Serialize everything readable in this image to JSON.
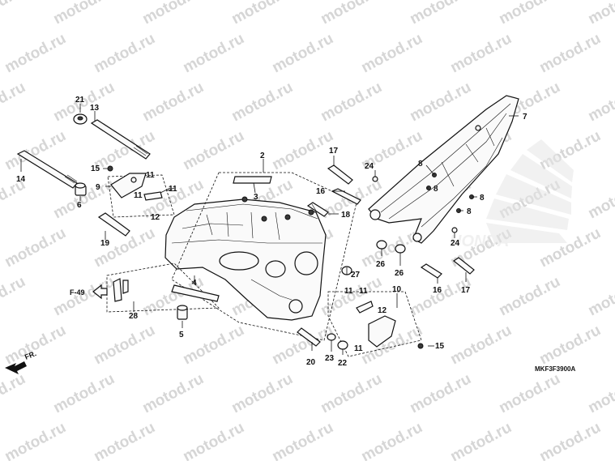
{
  "watermark": {
    "text": "motod.ru"
  },
  "diagram_code": "MKF3F3900A",
  "reference": {
    "label": "F-49"
  },
  "direction": {
    "label": "FR."
  },
  "callouts": {
    "c2": "2",
    "c3": "3",
    "c4": "4",
    "c5": "5",
    "c6": "6",
    "c7": "7",
    "c8a": "8",
    "c8b": "8",
    "c8c": "8",
    "c8d": "8",
    "c9": "9",
    "c10": "10",
    "c11a": "11",
    "c11b": "11",
    "c11c": "11",
    "c11d": "11",
    "c11e": "11",
    "c11f": "11",
    "c12a": "12",
    "c12b": "12",
    "c13": "13",
    "c14": "14",
    "c15a": "15",
    "c15b": "15",
    "c16a": "16",
    "c16b": "16",
    "c17a": "17",
    "c17b": "17",
    "c18": "18",
    "c19": "19",
    "c20": "20",
    "c21": "21",
    "c22": "22",
    "c23": "23",
    "c24a": "24",
    "c24b": "24",
    "c26a": "26",
    "c26b": "26",
    "c27": "27",
    "c28": "28"
  },
  "colors": {
    "ink": "#111111",
    "watermark": "#d6d6d6",
    "background": "#ffffff",
    "logo": "#e8e8e8"
  }
}
